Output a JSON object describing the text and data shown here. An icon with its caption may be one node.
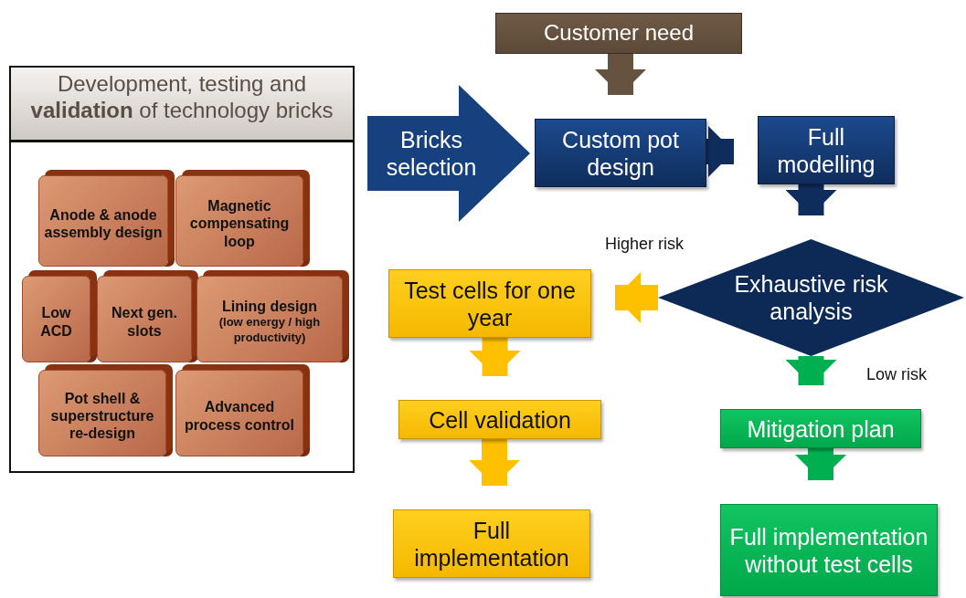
{
  "diagram": {
    "nodes": [
      {
        "text": [
          "Development, testing and **validation** of technology bricks"
        ]
      },
      {
        "text": [
          "Anode & anode assembly design"
        ],
        "in": 0
      },
      {
        "text": [
          "Magnetic compensating loop"
        ],
        "in": 0
      },
      {
        "text": [
          "Low ACD"
        ],
        "in": 0
      },
      {
        "text": [
          "Next gen. slots"
        ],
        "in": 0
      },
      {
        "text": [
          "Lining design",
          "(low energy / high productivity)"
        ],
        "in": 0
      },
      {
        "text": [
          "Pot shell & superstructure re-design"
        ],
        "in": 0
      },
      {
        "text": [
          "Advanced process control"
        ],
        "in": 0
      },
      {
        "text": [
          "Bricks selection"
        ]
      },
      {
        "text": [
          "Customer need"
        ]
      },
      {
        "text": [
          "Custom pot design"
        ]
      },
      {
        "text": [
          "Full modelling"
        ]
      },
      {
        "text": [
          "Exhaustive risk analysis"
        ]
      },
      {
        "text": [
          "Test cells for one year"
        ]
      },
      {
        "text": [
          "Cell validation"
        ]
      },
      {
        "text": [
          "Full implementation"
        ]
      },
      {
        "text": [
          "Mitigation plan"
        ]
      },
      {
        "text": [
          "Full implementation without test cells"
        ]
      }
    ],
    "edges": [
      {
        "from": 9,
        "to": 10,
        "arrow": "to",
        "color": "#65523f"
      },
      {
        "from": 10,
        "to": 11,
        "arrow": "to",
        "color": "#0f2d5c"
      },
      {
        "from": 11,
        "to": 12,
        "arrow": "to",
        "color": "#0f2d5c"
      },
      {
        "from": 12,
        "to": 13,
        "arrow": "to",
        "color": "#ffc000",
        "label": "Higher risk"
      },
      {
        "from": 13,
        "to": 14,
        "arrow": "to",
        "color": "#ffc000"
      },
      {
        "from": 14,
        "to": 15,
        "arrow": "to",
        "color": "#ffc000"
      },
      {
        "from": 12,
        "to": 16,
        "arrow": "to",
        "color": "#00b050",
        "label": "Low risk"
      },
      {
        "from": 16,
        "to": 17,
        "arrow": "to",
        "color": "#00b050"
      }
    ]
  }
}
